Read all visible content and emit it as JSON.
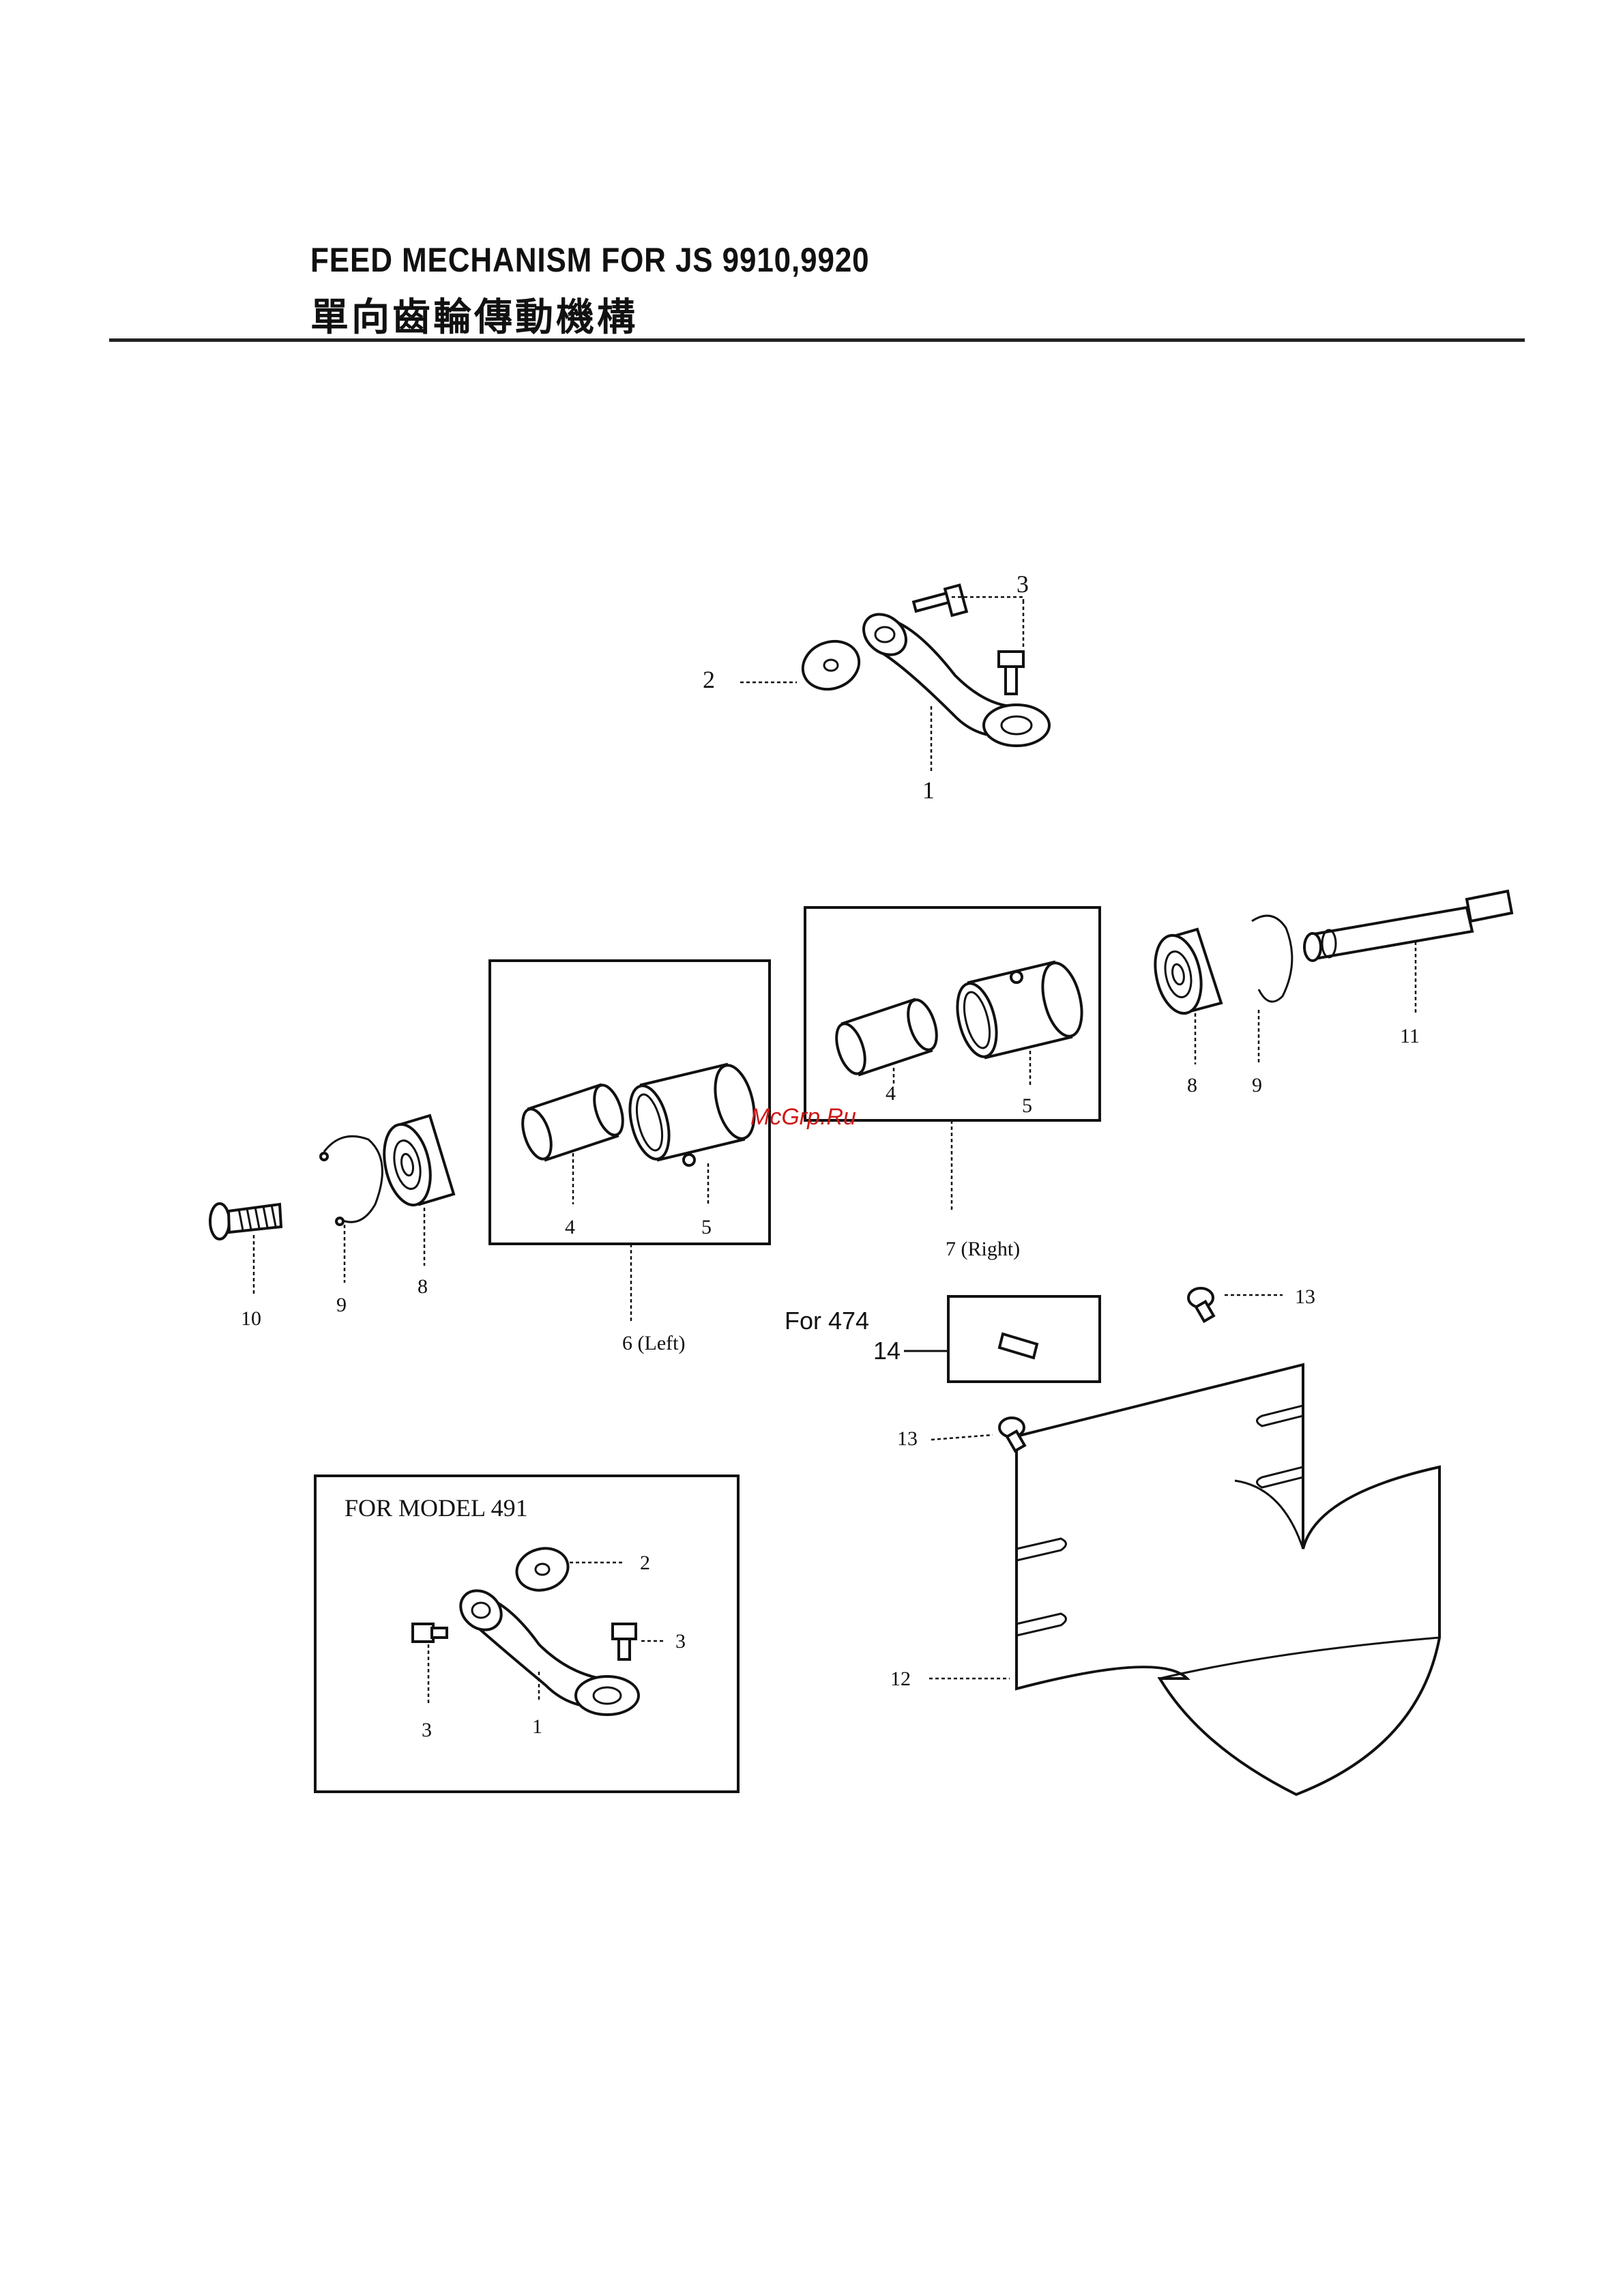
{
  "header": {
    "title_en": "FEED MECHANISM FOR  JS 9910,9920",
    "title_zh": "單向齒輪傳動機構"
  },
  "watermark": "McGrp.Ru",
  "callouts": {
    "top_arm": [
      "1",
      "2",
      "3"
    ],
    "left_group": [
      "4",
      "5",
      "6 (Left)"
    ],
    "right_group": [
      "4",
      "5",
      "7 (Right)"
    ],
    "left_end": [
      "8",
      "9",
      "10"
    ],
    "right_end": [
      "8",
      "9",
      "11"
    ],
    "cover": [
      "12",
      "13",
      "13"
    ],
    "option": [
      "14"
    ],
    "model491": [
      "1",
      "2",
      "3",
      "3"
    ]
  },
  "boxes": {
    "for474": "For  474",
    "model491": "FOR MODEL 491"
  }
}
